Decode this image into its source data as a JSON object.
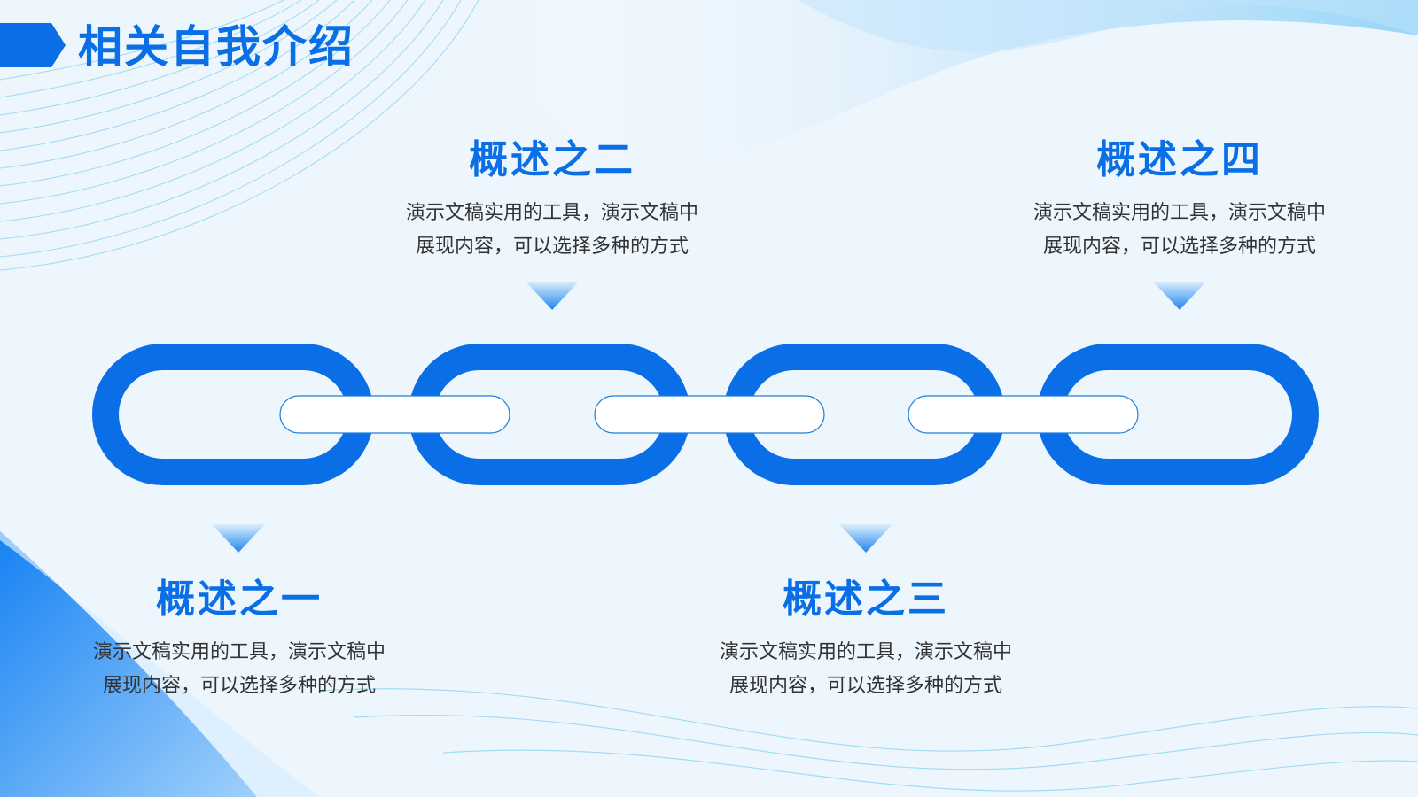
{
  "header": {
    "title": "相关自我介绍"
  },
  "items": [
    {
      "title": "概述之一",
      "desc": "演示文稿实用的工具，演示文稿中\n展现内容，可以选择多种的方式"
    },
    {
      "title": "概述之二",
      "desc": "演示文稿实用的工具，演示文稿中\n展现内容，可以选择多种的方式"
    },
    {
      "title": "概述之三",
      "desc": "演示文稿实用的工具，演示文稿中\n展现内容，可以选择多种的方式"
    },
    {
      "title": "概述之四",
      "desc": "演示文稿实用的工具，演示文稿中\n展现内容，可以选择多种的方式"
    }
  ],
  "colors": {
    "accent": "#0a6fe6",
    "chain_link": "#0a6fe6",
    "connector_fill": "#ffffff",
    "text": "#333333",
    "background": "#eef6fd"
  }
}
